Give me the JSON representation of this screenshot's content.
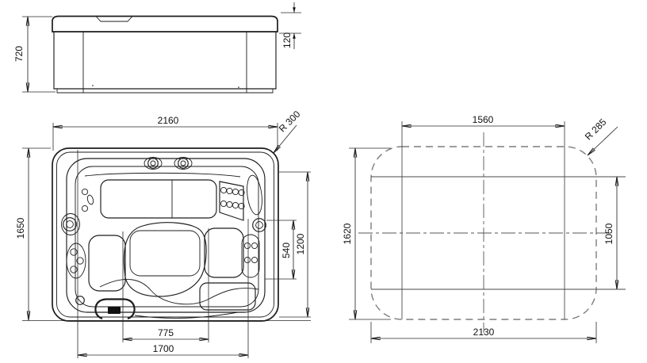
{
  "colors": {
    "background": "#ffffff",
    "line": "#1c1c1c",
    "dim": "#2a2a2a",
    "dashed": "#7d7d7d",
    "centerline": "#555555"
  },
  "side_view": {
    "dim_height": "720",
    "dim_rim": "120"
  },
  "plan_view": {
    "dim_width": "2160",
    "dim_depth": "1650",
    "radius": "R 300",
    "dim_right_inner": "540",
    "dim_right_outer": "1200",
    "dim_bottom_inner": "775",
    "dim_bottom_outer": "1700"
  },
  "base_view": {
    "dim_top": "1560",
    "radius": "R 285",
    "dim_left": "1620",
    "dim_right": "1050",
    "dim_bottom": "2130"
  }
}
